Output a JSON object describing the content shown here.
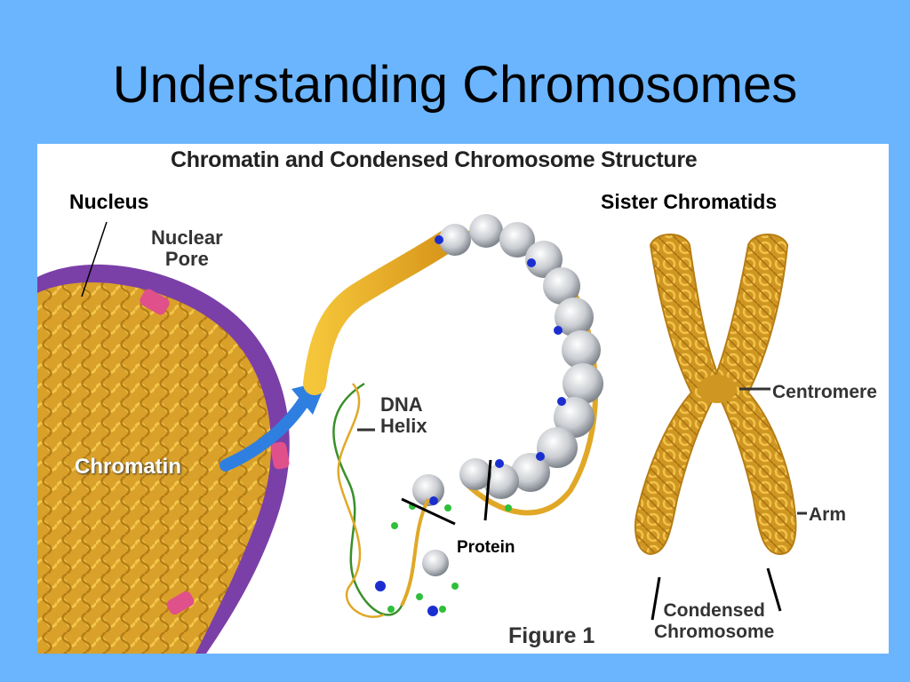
{
  "slide": {
    "title": "Understanding Chromosomes"
  },
  "figure": {
    "heading": "Chromatin and Condensed Chromosome Structure",
    "caption": "Figure 1",
    "labels": {
      "nucleus": "Nucleus",
      "sister_chromatids": "Sister Chromatids",
      "nuclear_pore_line1": "Nuclear",
      "nuclear_pore_line2": "Pore",
      "chromatin": "Chromatin",
      "dna_helix_line1": "DNA",
      "dna_helix_line2": "Helix",
      "centromere": "Centromere",
      "arm": "Arm",
      "protein": "Protein",
      "condensed_line1": "Condensed",
      "condensed_line2": "Chromosome"
    }
  },
  "colors": {
    "background": "#6bb5ff",
    "chromatin_gold": "#e0a826",
    "nucleus_membrane": "#7b3fa8",
    "arrow_blue": "#2f7fe0",
    "histone_gray": "#c9ccd1",
    "protein_blue": "#1a2ed0",
    "protein_green": "#2fbf3a",
    "helix_green": "#3a8f2a"
  }
}
